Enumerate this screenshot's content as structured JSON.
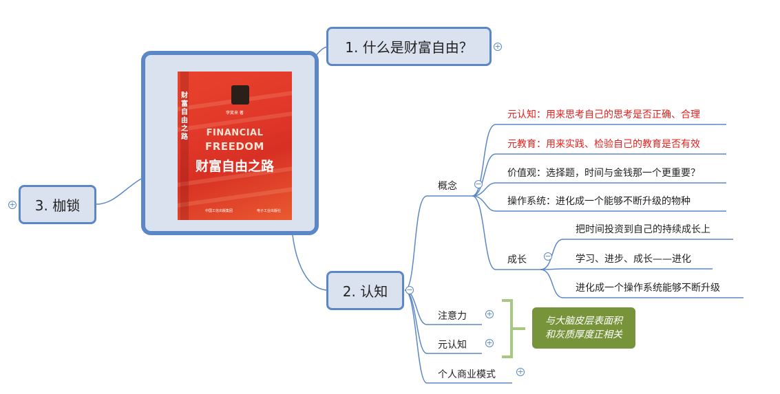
{
  "central": {
    "book": {
      "author": "李笑来 著",
      "title_en_line1": "FINANCIAL",
      "title_en_line2": "FREEDOM",
      "title_cn": "财富自由之路",
      "spine_title": "财富自由之路",
      "publisher_left": "中国工信出版集团",
      "publisher_right": "电子工业出版社"
    }
  },
  "topics": {
    "t1": "1. 什么是财富自由？",
    "t2": "2. 认知",
    "t3": "3. 枷锁"
  },
  "toggles": {
    "collapsed": "+",
    "expanded": "−"
  },
  "cognition": {
    "concept": {
      "label": "概念",
      "items": [
        "元认知：用来思考自己的思考是否正确、合理",
        "元教育：用来实践、检验自己的教育是否有效",
        "价值观：选择题，时间与金钱那一个更重要？",
        "操作系统：进化成一个能够不断升级的物种"
      ],
      "growth": {
        "label": "成长",
        "items": [
          "把时间投资到自己的持续成长上",
          "学习、进步、成长——进化",
          "进化成一个操作系统能够不断升级"
        ]
      }
    },
    "attention": "注意力",
    "metacognition": "元认知",
    "business_model": "个人商业模式"
  },
  "callout": {
    "line1": "与大脑皮层表面积",
    "line2": "和灰质厚度正相关"
  },
  "colors": {
    "node_border": "#5b87c6",
    "node_fill": "#d9e2ee",
    "highlight_text": "#e6201e",
    "callout_fill": "#78943b",
    "bracket": "#a7c880"
  }
}
